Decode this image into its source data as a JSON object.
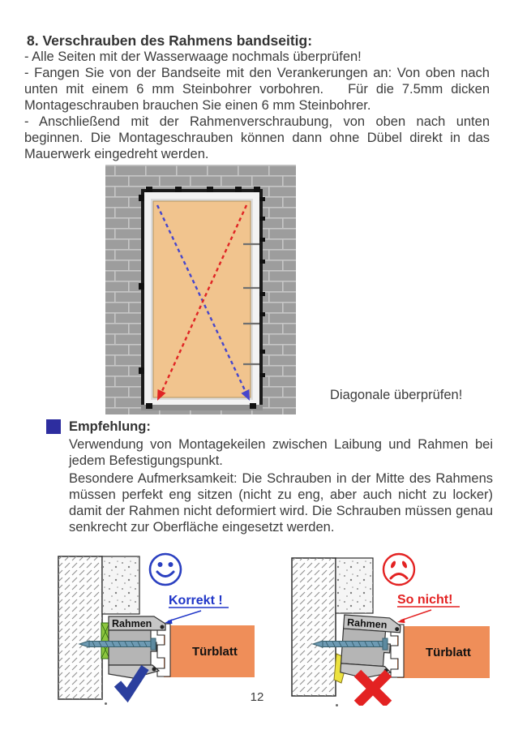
{
  "document": {
    "heading": "8. Verschrauben des Rahmens bandseitig:",
    "paragraphs": {
      "p1": "- Alle Seiten mit der Wasserwaage nochmals überprüfen!",
      "p2": "- Fangen Sie von der Bandseite mit den Verankerungen an: Von oben nach unten mit einem 6 mm Steinbohrer vorbohren.   Für die 7.5mm dicken Montageschrauben brauchen Sie einen 6 mm Steinbohrer.",
      "p3": "- Anschließend mit der Rahmenverschraubung, von oben nach unten beginnen. Die Montageschrauben können dann ohne Dübel direkt in das Mauerwerk eingedreht werden."
    },
    "page_number": "12"
  },
  "door_figure": {
    "caption": "Diagonale überprüfen!",
    "colors": {
      "brick": "#9d9d9d",
      "mortar": "#c6c6c6",
      "door_leaf": "#f1c48e",
      "frame_white": "#f3f3f3",
      "sill": "#8e8e8e",
      "diagonal_red": "#e02424",
      "diagonal_blue": "#4646cc"
    }
  },
  "recommendation": {
    "heading": "Empfehlung:",
    "bullet_color": "#2d2d9f",
    "p1": "Verwendung von Montagekeilen zwischen Laibung und Rahmen bei jedem Befestigungspunkt.",
    "p2": "Besondere Aufmerksamkeit: Die Schrauben in der Mitte des Rahmens müssen perfekt eng sitzen (nicht zu eng, aber auch nicht zu locker) damit der Rahmen nicht deformiert wird. Die Schrauben müssen genau senkrecht zur Oberfläche eingesetzt werden."
  },
  "diagrams": {
    "frame_label": "Rahmen",
    "door_label": "Türblatt",
    "correct": {
      "caption": "Korrekt !",
      "color": "#2036c8",
      "mark_color": "#2b3f9e"
    },
    "incorrect": {
      "caption": "So nicht!",
      "color": "#e32222"
    },
    "wedge_correct_color": "#8dc63f",
    "wedge_incorrect_color": "#ece23f",
    "door_leaf_color": "#ef8e59",
    "screw_color": "#6d9ab3"
  }
}
